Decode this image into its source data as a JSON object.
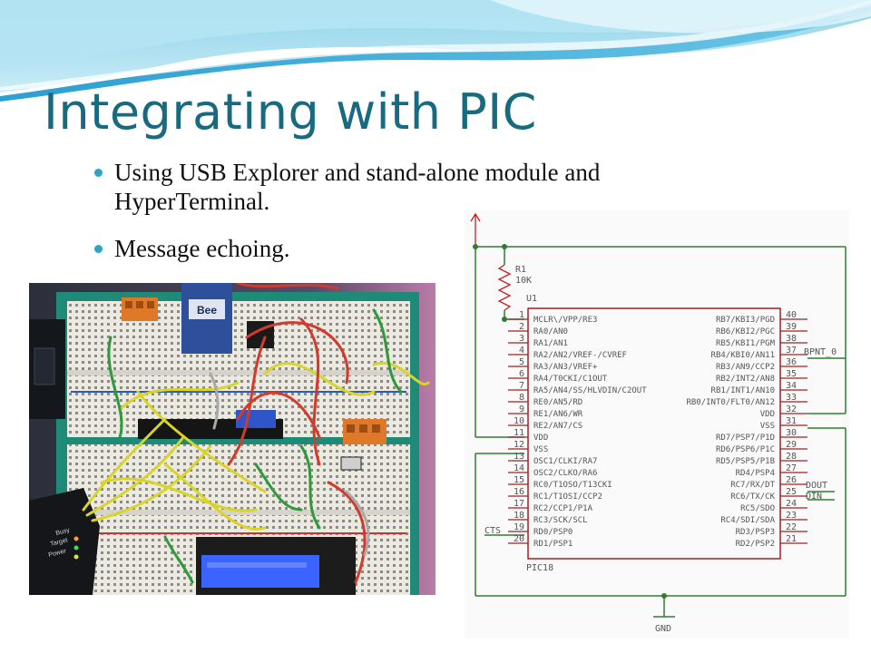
{
  "slide": {
    "title": "Integrating with PIC",
    "bullets": [
      "Using USB Explorer and stand-alone module and HyperTerminal.",
      "Message echoing."
    ],
    "accent_color": "#176a7f",
    "bullet_color": "#2aa5c5"
  },
  "photo": {
    "xbee_label": "Bee",
    "device_labels": [
      "Busy",
      "Target",
      "Power"
    ]
  },
  "schematic": {
    "resistor_name": "R1",
    "resistor_value": "10K",
    "ic_designator": "U1",
    "ic_part": "PIC18",
    "ground_label": "GND",
    "net_labels": {
      "bpnt": "BPNT_0",
      "dout": "DOUT",
      "din": "DIN",
      "cts": "CTS"
    },
    "left_pins": [
      {
        "num": "1",
        "name": "MCLR\\/VPP/RE3"
      },
      {
        "num": "2",
        "name": "RA0/AN0"
      },
      {
        "num": "3",
        "name": "RA1/AN1"
      },
      {
        "num": "4",
        "name": "RA2/AN2/VREF-/CVREF"
      },
      {
        "num": "5",
        "name": "RA3/AN3/VREF+"
      },
      {
        "num": "6",
        "name": "RA4/T0CKI/C1OUT"
      },
      {
        "num": "7",
        "name": "RA5/AN4/SS/HLVDIN/C2OUT"
      },
      {
        "num": "8",
        "name": "RE0/AN5/RD"
      },
      {
        "num": "9",
        "name": "RE1/AN6/WR"
      },
      {
        "num": "10",
        "name": "RE2/AN7/CS"
      },
      {
        "num": "11",
        "name": "VDD"
      },
      {
        "num": "12",
        "name": "VSS"
      },
      {
        "num": "13",
        "name": "OSC1/CLKI/RA7"
      },
      {
        "num": "14",
        "name": "OSC2/CLKO/RA6"
      },
      {
        "num": "15",
        "name": "RC0/T1OSO/T13CKI"
      },
      {
        "num": "16",
        "name": "RC1/T1OSI/CCP2"
      },
      {
        "num": "17",
        "name": "RC2/CCP1/P1A"
      },
      {
        "num": "18",
        "name": "RC3/SCK/SCL"
      },
      {
        "num": "19",
        "name": "RD0/PSP0"
      },
      {
        "num": "20",
        "name": "RD1/PSP1"
      }
    ],
    "right_pins": [
      {
        "num": "40",
        "name": "RB7/KBI3/PGD"
      },
      {
        "num": "39",
        "name": "RB6/KBI2/PGC"
      },
      {
        "num": "38",
        "name": "RB5/KBI1/PGM"
      },
      {
        "num": "37",
        "name": "RB4/KBI0/AN11"
      },
      {
        "num": "36",
        "name": "RB3/AN9/CCP2"
      },
      {
        "num": "35",
        "name": "RB2/INT2/AN8"
      },
      {
        "num": "34",
        "name": "RB1/INT1/AN10"
      },
      {
        "num": "33",
        "name": "RB0/INT0/FLT0/AN12"
      },
      {
        "num": "32",
        "name": "VDD"
      },
      {
        "num": "31",
        "name": "VSS"
      },
      {
        "num": "30",
        "name": "RD7/PSP7/P1D"
      },
      {
        "num": "29",
        "name": "RD6/PSP6/P1C"
      },
      {
        "num": "28",
        "name": "RD5/PSP5/P1B"
      },
      {
        "num": "27",
        "name": "RD4/PSP4"
      },
      {
        "num": "26",
        "name": "RC7/RX/DT"
      },
      {
        "num": "25",
        "name": "RC6/TX/CK"
      },
      {
        "num": "24",
        "name": "RC5/SDO"
      },
      {
        "num": "23",
        "name": "RC4/SDI/SDA"
      },
      {
        "num": "22",
        "name": "RD3/PSP3"
      },
      {
        "num": "21",
        "name": "RD2/PSP2"
      }
    ]
  }
}
